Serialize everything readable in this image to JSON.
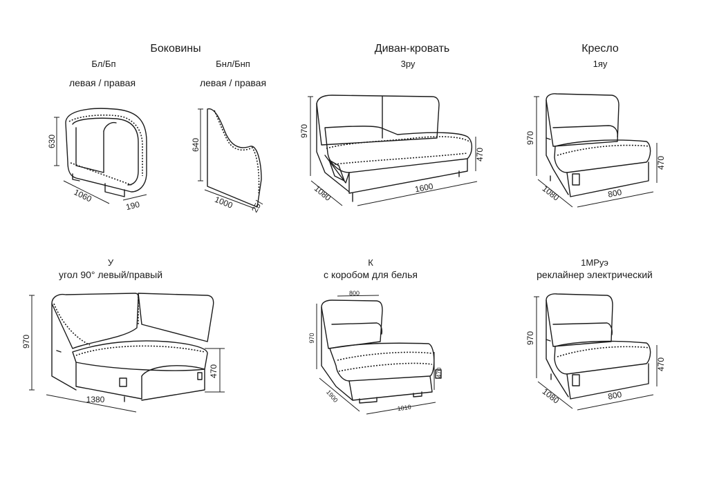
{
  "sections": {
    "sides": {
      "title": "Боковины",
      "left_code": "Бл/Бп",
      "left_variant": "левая / правая",
      "right_code": "Бнл/Бнп",
      "right_variant": "левая / правая",
      "dims_left": {
        "height": "630",
        "length": "1060",
        "depth": "190"
      },
      "dims_right": {
        "height": "640",
        "length": "1000",
        "depth": "25"
      }
    },
    "sofa_bed": {
      "title": "Диван-кровать",
      "code": "3ру",
      "dims": {
        "height": "970",
        "seat": "470",
        "width": "1600",
        "depth": "1080"
      }
    },
    "armchair": {
      "title": "Кресло",
      "code": "1яу",
      "dims": {
        "height": "970",
        "seat": "470",
        "width": "800",
        "depth": "1080"
      }
    },
    "corner": {
      "code": "У",
      "desc": "угол 90° левый/правый",
      "dims": {
        "height": "970",
        "seat": "470",
        "width": "1380"
      }
    },
    "storage": {
      "code": "К",
      "desc": "с коробом для белья",
      "dims": {
        "top": "800",
        "height": "970",
        "seat": "470",
        "depth": "1900",
        "width": "1010"
      }
    },
    "recliner": {
      "code": "1МРуэ",
      "desc": "реклайнер электрический",
      "dims": {
        "height": "970",
        "seat": "470",
        "width": "800",
        "depth": "1080"
      }
    }
  }
}
